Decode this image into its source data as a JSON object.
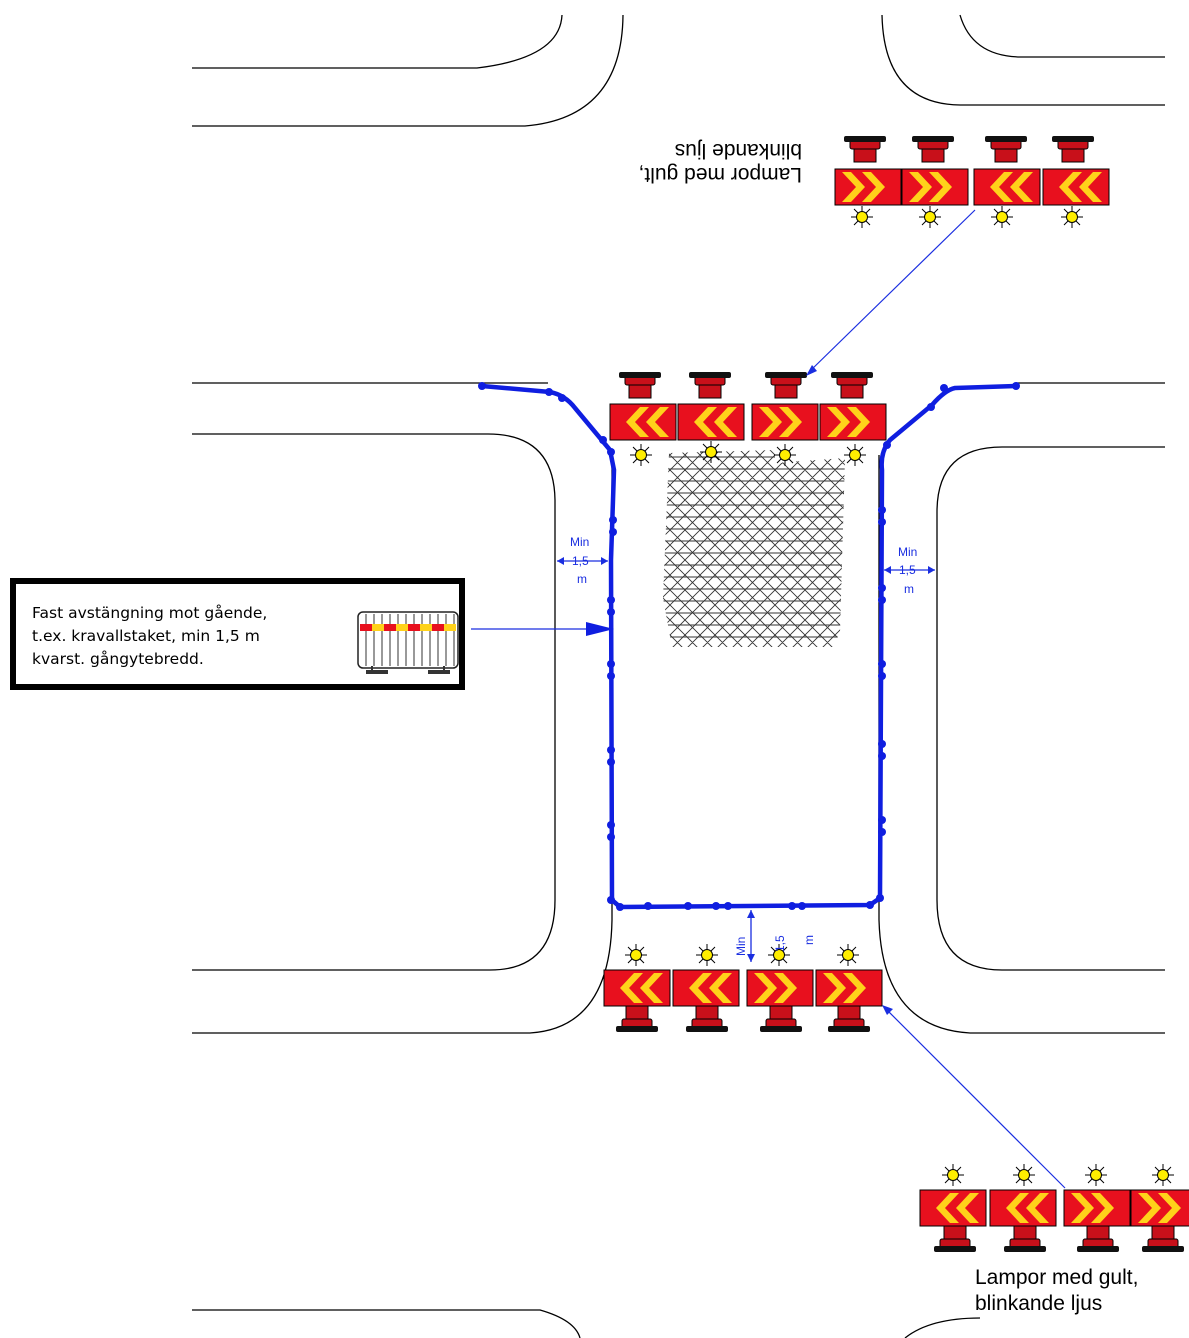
{
  "info_box": {
    "lines": [
      "Fast avstängning mot gående,",
      "t.ex. kravallstaket, min 1,5 m",
      "kvarst. gångytebredd."
    ]
  },
  "lamp_label_top": {
    "line1": "Lampor med gult,",
    "line2": "blinkande ljus"
  },
  "lamp_label_bottom": {
    "line1": "Lampor med gult,",
    "line2": "blinkande ljus"
  },
  "dimensions": {
    "left": {
      "line1": "Min",
      "line2": "1,5",
      "line3": "m"
    },
    "right": {
      "line1": "Min",
      "line2": "1,5",
      "line3": "m"
    },
    "bottom": {
      "line1": "Min",
      "line2": "1,5",
      "line3": "m"
    }
  },
  "colors": {
    "barrier": "#0f1ee0",
    "sign_red": "#e8101e",
    "sign_yellow": "#ffd21a",
    "lamp_yellow": "#ffee00",
    "stand_red": "#c8101a"
  }
}
